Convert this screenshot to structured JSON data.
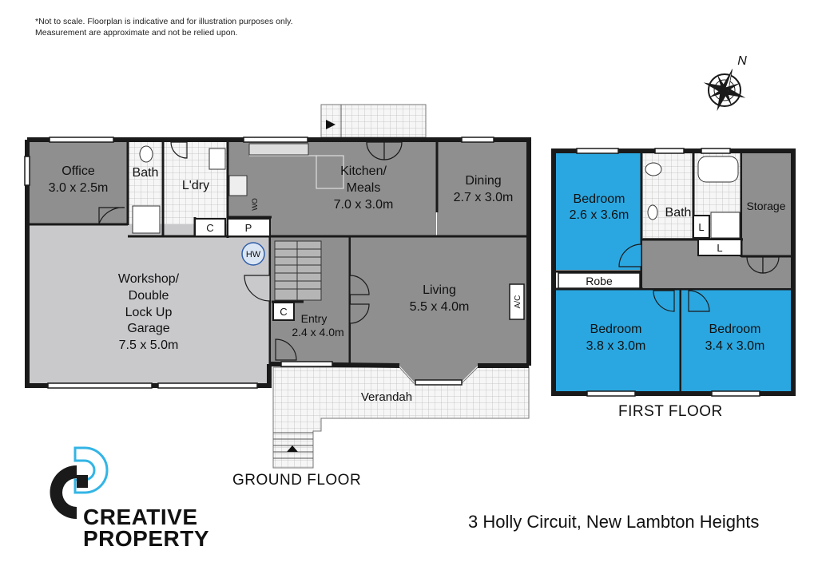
{
  "disclaimer": {
    "line1": "*Not to scale. Floorplan is indicative and for illustration purposes only.",
    "line2": "Measurement are approximate and not be relied upon."
  },
  "compass": {
    "label": "N"
  },
  "ground_floor": {
    "title": "GROUND FLOOR",
    "rooms": {
      "office": {
        "name": "Office",
        "size": "3.0 x 2.5m"
      },
      "bath": {
        "name": "Bath"
      },
      "laundry": {
        "name": "L'dry"
      },
      "kitchen": {
        "name": "Kitchen/",
        "name2": "Meals",
        "size": "7.0 x 3.0m"
      },
      "dining": {
        "name": "Dining",
        "size": "2.7 x 3.0m"
      },
      "garage": {
        "line1": "Workshop/",
        "line2": "Double",
        "line3": "Lock Up",
        "line4": "Garage",
        "size": "7.5 x 5.0m"
      },
      "entry": {
        "name": "Entry",
        "size": "2.4 x 4.0m"
      },
      "living": {
        "name": "Living",
        "size": "5.5 x 4.0m"
      },
      "verandah": {
        "name": "Verandah"
      }
    },
    "fixtures": {
      "cupboard1": "C",
      "pantry": "P",
      "hot_water": "HW",
      "cupboard2": "C",
      "wall_oven": "WO",
      "aircon": "A/C"
    }
  },
  "first_floor": {
    "title": "FIRST FLOOR",
    "rooms": {
      "bedroom1": {
        "name": "Bedroom",
        "size": "2.6 x 3.6m"
      },
      "bath": {
        "name": "Bath"
      },
      "storage": {
        "name": "Storage"
      },
      "robe": {
        "name": "Robe"
      },
      "bedroom2": {
        "name": "Bedroom",
        "size": "3.8 x 3.0m"
      },
      "bedroom3": {
        "name": "Bedroom",
        "size": "3.4 x 3.0m"
      }
    },
    "fixtures": {
      "linen1": "L",
      "linen2": "L"
    }
  },
  "brand": {
    "line1": "CREATIVE",
    "line2": "PROPERTY"
  },
  "address": "3 Holly Circuit, New Lambton Heights",
  "colors": {
    "wall": "#1a1a1a",
    "room_gray": "#8f8f8f",
    "garage_gray": "#c9c9cc",
    "bedroom_blue": "#2aa7e0",
    "wet_area": "#f4f4f4",
    "deck": "#f0f0f0",
    "logo_blue": "#33b5e5"
  }
}
